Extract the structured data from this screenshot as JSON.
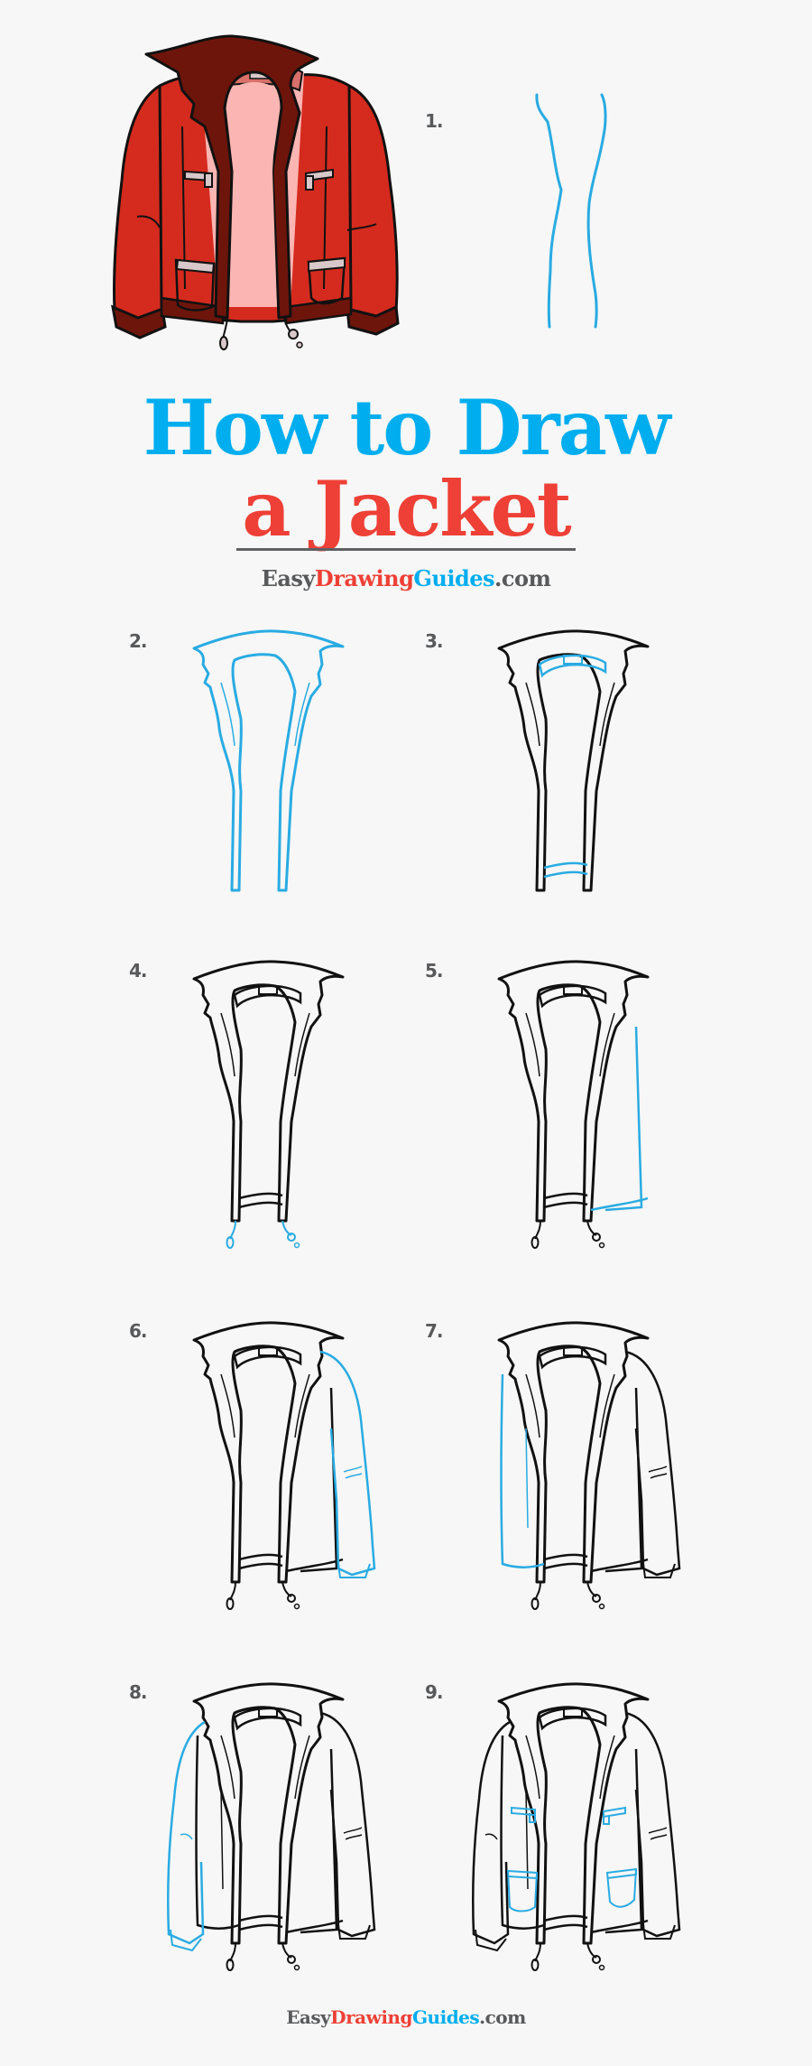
{
  "hero": {
    "image": "finished-red-jacket-illustration",
    "colors": {
      "body": "#d52b1e",
      "collar": "#6e150b",
      "lining": "#fbb5b2",
      "lining_shadow": "#d9706a",
      "zipper_pull": "#d9c8ca",
      "outline": "#111111"
    }
  },
  "title": {
    "line1": "How to Draw",
    "line2": "a Jacket",
    "line1_color": "#00aeef",
    "line2_color": "#ee4036"
  },
  "brand": {
    "part1": "Easy",
    "part2": "Drawing",
    "part3": "Guides",
    "part4": ".com"
  },
  "colors": {
    "background": "#f7f7f7",
    "new_stroke": "#29abe2",
    "old_stroke": "#111111",
    "label": "#58595b",
    "rule": "#5f6062"
  },
  "steps": [
    {
      "number": "1.",
      "description": "two guide lines for jacket front opening"
    },
    {
      "number": "2.",
      "description": "collar and front edges"
    },
    {
      "number": "3.",
      "description": "inner collar tag and bottom hem"
    },
    {
      "number": "4.",
      "description": "zipper drawstrings"
    },
    {
      "number": "5.",
      "description": "right side body panel"
    },
    {
      "number": "6.",
      "description": "right sleeve"
    },
    {
      "number": "7.",
      "description": "left side body panel"
    },
    {
      "number": "8.",
      "description": "left sleeve"
    },
    {
      "number": "9.",
      "description": "pockets and zipper pulls"
    }
  ]
}
